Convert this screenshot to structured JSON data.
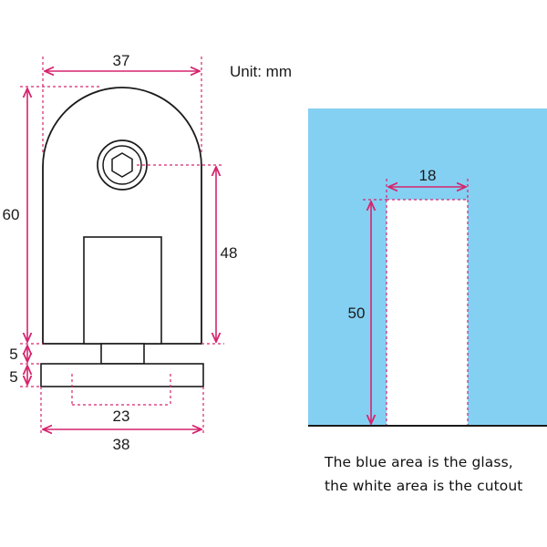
{
  "unit_label": "Unit: mm",
  "clamp_drawing": {
    "width_top": "37",
    "height_total": "60",
    "height_body": "48",
    "neck_height": "5",
    "base_height": "5",
    "base_inner_width": "23",
    "base_width": "38"
  },
  "glass_drawing": {
    "cutout_width": "18",
    "cutout_height": "50"
  },
  "caption": {
    "line1": "The blue area is the glass,",
    "line2": "the white area is the cutout"
  },
  "colors": {
    "dimension": "#d6246e",
    "glass": "#84d0f2",
    "outline": "#1a1a1a",
    "extension": "#d6246e"
  }
}
